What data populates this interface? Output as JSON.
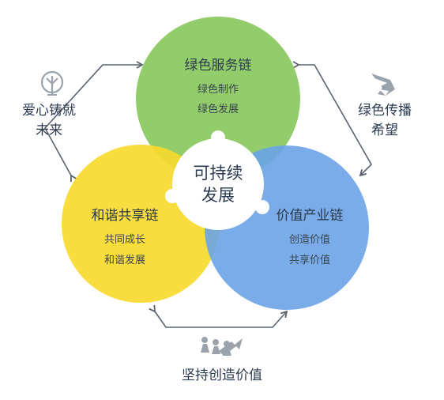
{
  "center": {
    "line1": "可持续",
    "line2": "发展"
  },
  "circles": [
    {
      "id": "green",
      "title": "绿色服务链",
      "items": [
        "绿色制作",
        "绿色发展"
      ],
      "color": "#8cc963"
    },
    {
      "id": "yellow",
      "title": "和谐共享链",
      "items": [
        "共同成长",
        "和谐发展"
      ],
      "color": "#f8d92e"
    },
    {
      "id": "blue",
      "title": "价值产业链",
      "items": [
        "创造价值",
        "共享价值"
      ],
      "color": "#6aa3e6"
    }
  ],
  "side_labels": {
    "left": {
      "line1": "爱心铸就",
      "line2": "未来",
      "icon": "tree-icon"
    },
    "right": {
      "line1": "绿色传播",
      "line2": "希望",
      "icon": "wing-icon"
    },
    "bottom": {
      "line1": "坚持创造价值",
      "icon": "people-growth-icon"
    }
  },
  "colors": {
    "arrow": "#5a6270",
    "icon": "#9aa3ab",
    "text": "#2b3a4a"
  }
}
